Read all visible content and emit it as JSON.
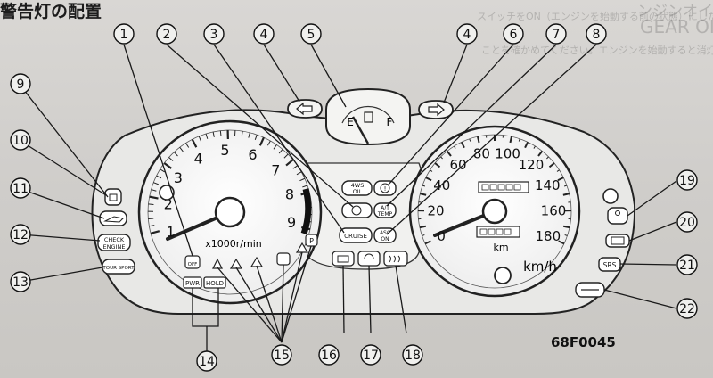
{
  "title": "警告灯の配置",
  "figure_code": "68F0045",
  "tach": {
    "numbers": [
      "1",
      "2",
      "3",
      "4",
      "5",
      "6",
      "7",
      "8",
      "9"
    ],
    "unit": "x1000r/min"
  },
  "speedo": {
    "numbers": [
      "0",
      "20",
      "40",
      "60",
      "80",
      "100",
      "120",
      "140",
      "160",
      "180"
    ],
    "unit": "km/h",
    "odo_unit": "km"
  },
  "fuel": {
    "empty": "E",
    "full": "F"
  },
  "indicators": {
    "fourws_1": "4WS",
    "fourws_2": "OIL",
    "at_1": "A/T",
    "at_2": "TEMP",
    "cruise": "CRUISE",
    "asc_1": "ASC",
    "asc_2": "ON",
    "check_1": "CHECK",
    "check_2": "ENGINE",
    "sport": "TOUR SPORT",
    "srs": "SRS",
    "pwr": "PWR",
    "hold": "HOLD",
    "off": "OFF",
    "park": "P"
  },
  "callouts": [
    "1",
    "2",
    "3",
    "4",
    "5",
    "4",
    "6",
    "7",
    "8",
    "9",
    "10",
    "11",
    "12",
    "13",
    "14",
    "15",
    "16",
    "17",
    "18",
    "19",
    "20",
    "21",
    "22"
  ],
  "ghost_text": {
    "top_line_1": "スイッチをON（エンジンを始動する前の状態）にした時、点灯する",
    "top_line_2": "ことを確かめてください。エンジンを始動すると消灯します。",
    "right_1": "ンジンオイル",
    "right_2": "GEAR OIL"
  }
}
